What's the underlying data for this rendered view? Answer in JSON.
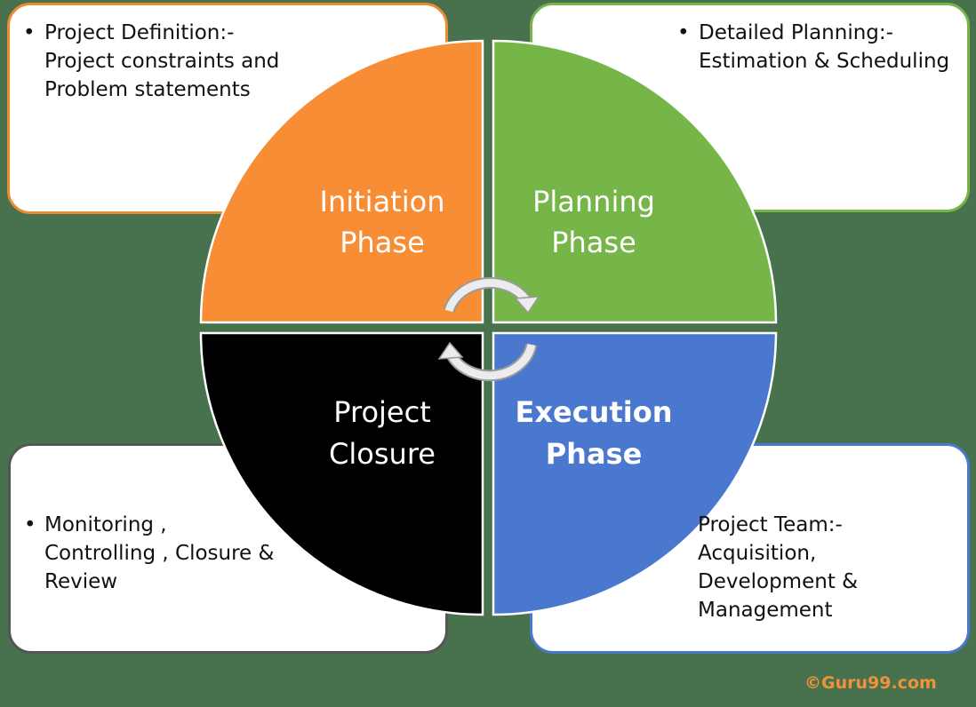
{
  "boxes": {
    "initiation": {
      "text": "Project Definition:-\nProject constraints and\nProblem statements"
    },
    "planning": {
      "text": "Detailed Planning:-\nEstimation & Scheduling"
    },
    "closure": {
      "text": "Monitoring ,\nControlling , Closure &\nReview"
    },
    "execution": {
      "text": " Project Team:-\nAcquisition,\nDevelopment &\nManagement"
    }
  },
  "phases": {
    "initiation": {
      "line1": "Initiation",
      "line2": "Phase"
    },
    "planning": {
      "line1": "Planning",
      "line2": "Phase"
    },
    "closure": {
      "line1": "Project",
      "line2": "Closure"
    },
    "execution": {
      "line1": "Execution",
      "line2": "Phase"
    }
  },
  "watermark": "©Guru99.com",
  "colors": {
    "background": "#48714e",
    "initiation": "#f78d34",
    "planning": "#76b548",
    "closure": "#000000",
    "execution": "#4a78cf",
    "watermark": "#f0923a"
  }
}
